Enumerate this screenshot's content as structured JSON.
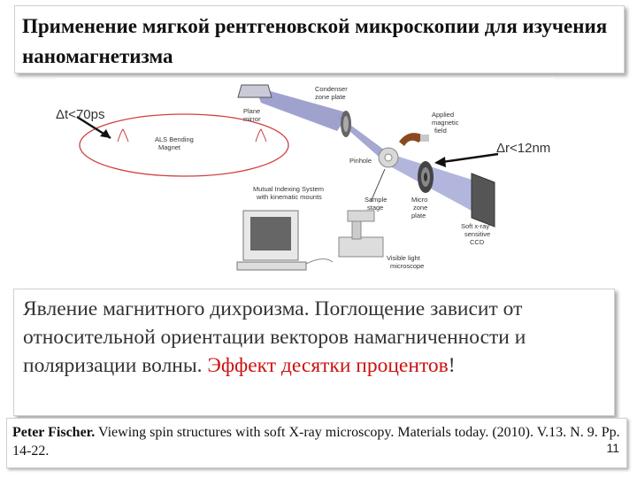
{
  "slide": {
    "title": "Применение мягкой рентгеновской микроскопии для изучения наномагнетизма",
    "page_number": "11"
  },
  "figure": {
    "labels": {
      "dt": "Δt<70ps",
      "dr": "Δr<12nm",
      "condenser_1": "Condenser",
      "condenser_2": "zone plate",
      "plane_1": "Plane",
      "plane_2": "mirror",
      "als_1": "ALS Bending",
      "als_2": "Magnet",
      "applied_1": "Applied",
      "applied_2": "magnetic",
      "applied_3": "field",
      "pinhole": "Pinhole",
      "mutual_1": "Mutual Indexing System",
      "mutual_2": "with kinematic mounts",
      "sample_1": "Sample",
      "sample_2": "stage",
      "micro_1": "Micro",
      "micro_2": "zone",
      "micro_3": "plate",
      "ccd_1": "Soft x-ray",
      "ccd_2": "sensitive",
      "ccd_3": "CCD",
      "vis_1": "Visible light",
      "vis_2": "microscope"
    }
  },
  "body": {
    "part1": "Явление магнитного дихроизма. Поглощение зависит от относительной ориентации векторов намагниченности и поляризации волны.",
    "accent": " Эффект десятки процентов",
    "part2": "!"
  },
  "reference": {
    "author": "Peter Fischer.",
    "text": " Viewing spin structures with soft X-ray microscopy. Materials today. (2010). V.13. N. 9. Pp. 14-22."
  }
}
